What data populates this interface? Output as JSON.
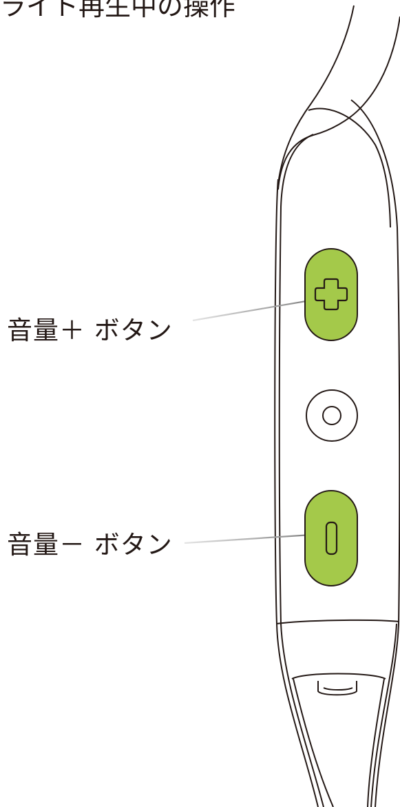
{
  "title": "ライト再生中の操作",
  "labels": {
    "volume_up": "音量＋ ボタン",
    "volume_down": "音量－ ボタン"
  },
  "colors": {
    "button_fill": "#a4c94a",
    "outline": "#231815",
    "leader_line": "#b9b9b9"
  },
  "icons": {
    "volume_up_button": "plus-icon",
    "center_button": "circle-icon",
    "volume_down_button": "minus-icon"
  }
}
